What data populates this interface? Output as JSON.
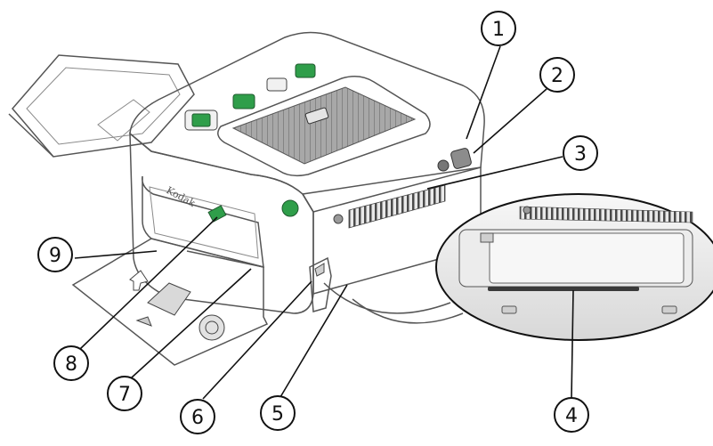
{
  "diagram": {
    "brand_text": "Kodak",
    "callouts": [
      {
        "id": "1",
        "label": "1"
      },
      {
        "id": "2",
        "label": "2"
      },
      {
        "id": "3",
        "label": "3"
      },
      {
        "id": "4",
        "label": "4"
      },
      {
        "id": "5",
        "label": "5"
      },
      {
        "id": "6",
        "label": "6"
      },
      {
        "id": "7",
        "label": "7"
      },
      {
        "id": "8",
        "label": "8"
      },
      {
        "id": "9",
        "label": "9"
      }
    ],
    "colors": {
      "button_green": "#2f9e4a",
      "body_gray": "#b8b8b8",
      "panel_light": "#e6e6e6"
    },
    "icons": [
      "printer-body",
      "paper-tray",
      "output-tray",
      "top-cover",
      "control-buttons",
      "zoom-inset",
      "usb-port",
      "vent-grille",
      "docking-connector"
    ]
  }
}
